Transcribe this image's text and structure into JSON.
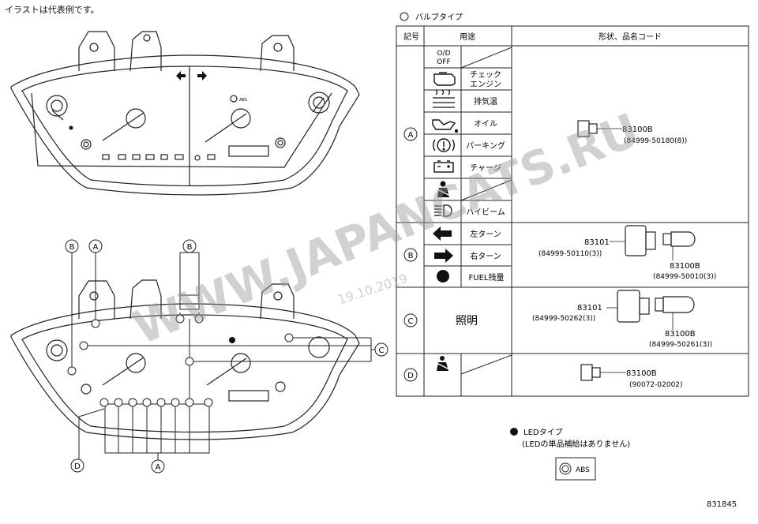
{
  "note": "イラストは代表例です。",
  "figure_code": "831845",
  "watermark": {
    "text": "WWW.JAPANCATS.RU",
    "date": "19.10.2019"
  },
  "bulb_type": {
    "marker": "○",
    "label": "バルブタイプ"
  },
  "table": {
    "headers": {
      "symbol": "記号",
      "usage": "用途",
      "shape": "形状、品名コード"
    },
    "groups": {
      "A": {
        "symbol": "A",
        "items": [
          {
            "icon": "od-off-icon",
            "icon_text": "O/D\nOFF",
            "label": ""
          },
          {
            "icon": "check-engine-icon",
            "label": "チェック\nエンジン"
          },
          {
            "icon": "exhaust-temp-icon",
            "label": "排気温"
          },
          {
            "icon": "oil-icon",
            "label": "オイル"
          },
          {
            "icon": "parking-brake-icon",
            "label": "パーキング"
          },
          {
            "icon": "charge-icon",
            "label": "チャージ"
          },
          {
            "icon": "seatbelt-icon",
            "label": ""
          },
          {
            "icon": "high-beam-icon",
            "label": "ハイビーム"
          }
        ],
        "parts": [
          {
            "code": "83100B",
            "sub": "(84999-50180(8))"
          }
        ]
      },
      "B": {
        "symbol": "B",
        "items": [
          {
            "icon": "left-turn-icon",
            "label": "左ターン"
          },
          {
            "icon": "right-turn-icon",
            "label": "右ターン"
          },
          {
            "icon": "fuel-dot-icon",
            "label": "FUEL残量"
          }
        ],
        "parts": [
          {
            "code": "83101",
            "sub": "(84999-50110(3))"
          },
          {
            "code": "83100B",
            "sub": "(84999-50010(3))"
          }
        ]
      },
      "C": {
        "symbol": "C",
        "items": [
          {
            "label": "照明"
          }
        ],
        "parts": [
          {
            "code": "83101",
            "sub": "(84999-50262(3))"
          },
          {
            "code": "83100B",
            "sub": "(84999-50261(3))"
          }
        ]
      },
      "D": {
        "symbol": "D",
        "items": [
          {
            "icon": "seatbelt-warning-icon",
            "label": ""
          }
        ],
        "parts": [
          {
            "code": "83100B",
            "sub": "(90072-02002)"
          }
        ]
      }
    }
  },
  "led": {
    "marker": "●",
    "label": "LEDタイプ",
    "note": "(LEDの単品補給はありません)",
    "abs_label": "ABS"
  },
  "cluster": {
    "abs_label": "ABS"
  },
  "callouts": {
    "A": "A",
    "B": "B",
    "C": "C",
    "D": "D"
  }
}
